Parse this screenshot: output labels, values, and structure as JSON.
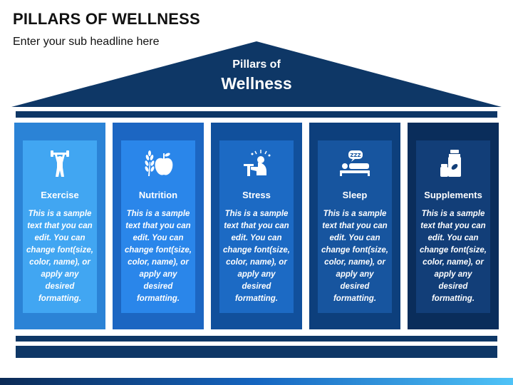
{
  "header": {
    "title": "PILLARS OF WELLNESS",
    "subtitle": "Enter your sub headline here"
  },
  "roof": {
    "line1": "Pillars of",
    "line2": "Wellness"
  },
  "pillars": [
    {
      "label": "Exercise",
      "icon": "dumbbell-person-icon",
      "text": "This is a sample text that you can edit. You can change font(size, color, name), or apply any desired formatting.",
      "outer_color": "#2b83d6",
      "inner_color": "#41a6f2"
    },
    {
      "label": "Nutrition",
      "icon": "wheat-apple-icon",
      "text": "This is a sample text that you can edit. You can change font(size, color, name), or apply any desired formatting.",
      "outer_color": "#1c66c2",
      "inner_color": "#2a86ea"
    },
    {
      "label": "Stress",
      "icon": "stressed-person-icon",
      "text": "This is a sample text that you can edit. You can change font(size, color, name), or apply any desired formatting.",
      "outer_color": "#11509c",
      "inner_color": "#1c6ac4"
    },
    {
      "label": "Sleep",
      "icon": "sleeping-person-icon",
      "text": "This is a sample text that you can edit. You can change font(size, color, name), or apply any desired formatting.",
      "outer_color": "#0d3f7c",
      "inner_color": "#17559f"
    },
    {
      "label": "Supplements",
      "icon": "supplement-bottles-icon",
      "text": "This is a sample text that you can edit. You can change font(size, color, name), or apply any desired formatting.",
      "outer_color": "#0a2d5b",
      "inner_color": "#123e78"
    }
  ],
  "colors": {
    "roof": "#0e3766",
    "beam": "#0e3766",
    "text": "#ffffff"
  }
}
